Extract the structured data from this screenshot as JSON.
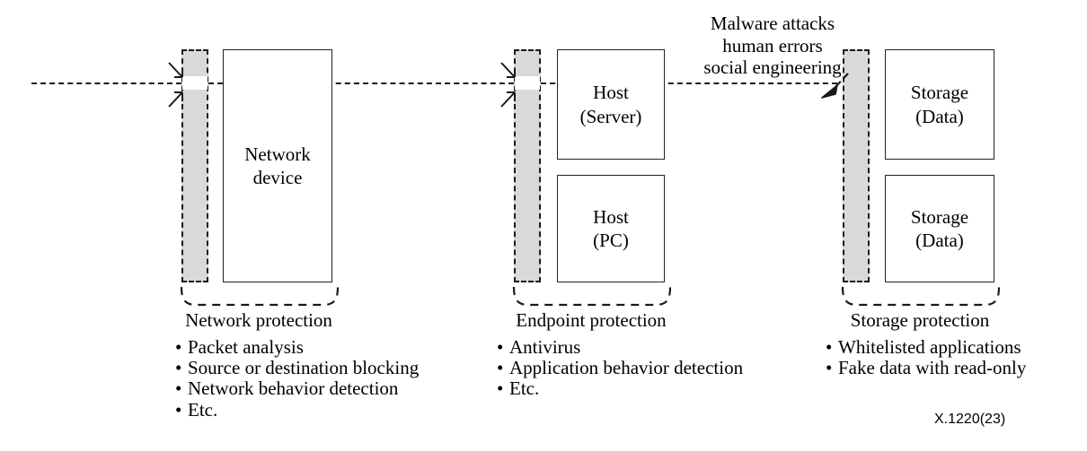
{
  "figure": {
    "reference": "X.1220(23)",
    "annotation": {
      "lines": [
        "Malware attacks",
        "human errors",
        "social engineering"
      ]
    }
  },
  "colors": {
    "barrier_fill": "#d9d9d9",
    "stroke": "#1a1a1a",
    "box_border": "#222222",
    "background": "#ffffff"
  },
  "groups": [
    {
      "id": "network",
      "label": "Network protection",
      "barrier_has_gap": true,
      "nodes": [
        {
          "id": "network-device",
          "lines": [
            "Network",
            "device"
          ]
        }
      ],
      "bullets": [
        "Packet analysis",
        "Source or destination blocking",
        "Network behavior detection",
        "Etc."
      ]
    },
    {
      "id": "endpoint",
      "label": "Endpoint protection",
      "barrier_has_gap": true,
      "nodes": [
        {
          "id": "host-server",
          "lines": [
            "Host",
            "(Server)"
          ]
        },
        {
          "id": "host-pc",
          "lines": [
            "Host",
            "(PC)"
          ]
        }
      ],
      "bullets": [
        "Antivirus",
        "Application behavior detection",
        "Etc."
      ]
    },
    {
      "id": "storage",
      "label": "Storage protection",
      "barrier_has_gap": false,
      "nodes": [
        {
          "id": "storage-data-1",
          "lines": [
            "Storage",
            "(Data)"
          ]
        },
        {
          "id": "storage-data-2",
          "lines": [
            "Storage",
            "(Data)"
          ]
        }
      ],
      "bullets": [
        "Whitelisted applications",
        "Fake data with read-only"
      ]
    }
  ]
}
